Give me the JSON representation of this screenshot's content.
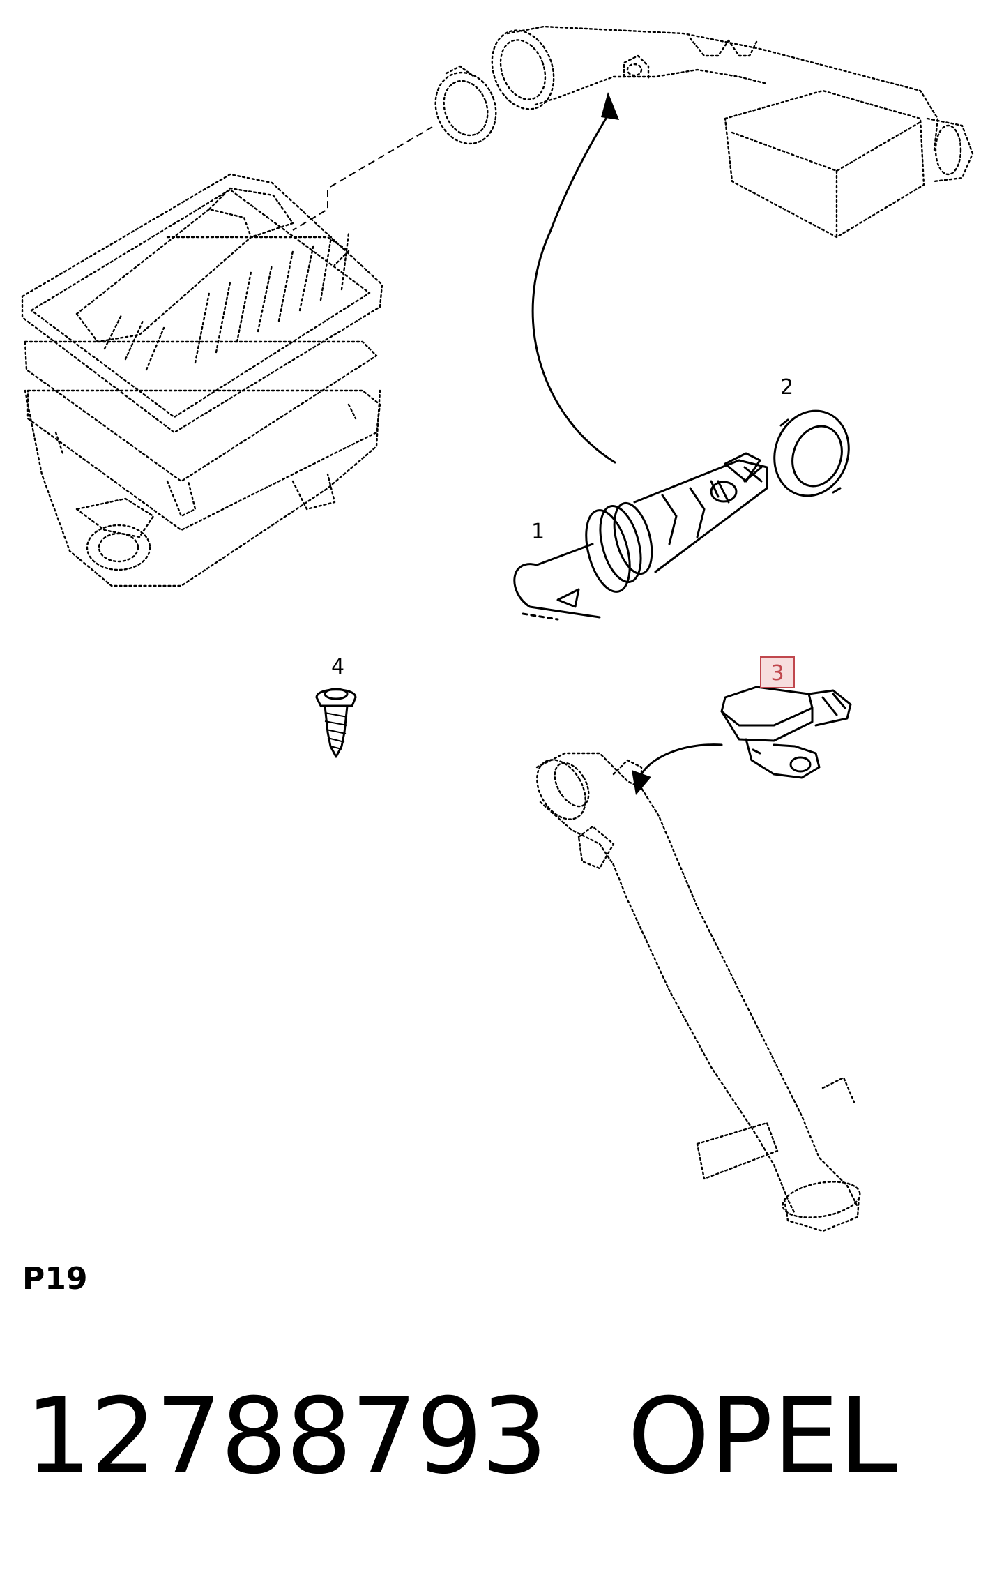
{
  "callouts": {
    "c1": "1",
    "c2": "2",
    "c3": "3",
    "c4": "4"
  },
  "page_code": "P19",
  "part_number": "12788793",
  "brand": "OPEL",
  "highlight_color": "#c0474d"
}
